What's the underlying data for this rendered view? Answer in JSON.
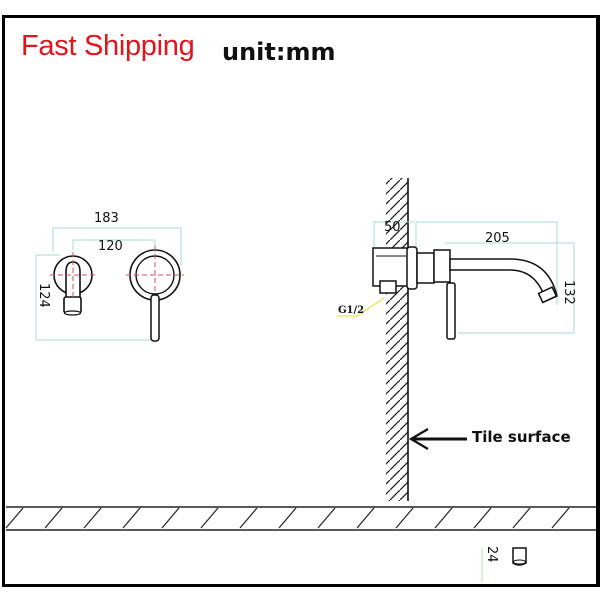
{
  "header": {
    "promo_text": "Fast Shipping",
    "unit_label": "unit:mm"
  },
  "front_view": {
    "dimension_overall_width": "183",
    "dimension_center_distance": "120",
    "dimension_height": "124"
  },
  "side_view": {
    "dimension_wall_depth": "50",
    "dimension_spout_reach": "205",
    "dimension_spout_height": "132",
    "thread_label": "G1/2",
    "callout_label": "Tile surface"
  },
  "bottom_view": {
    "dimension_partial": "24"
  },
  "colors": {
    "promo": "#e0161c",
    "dimension_lines": "#9fd8c8",
    "centerlines": "#d05060",
    "thread_leader": "#e8e870",
    "outline": "#111111"
  }
}
